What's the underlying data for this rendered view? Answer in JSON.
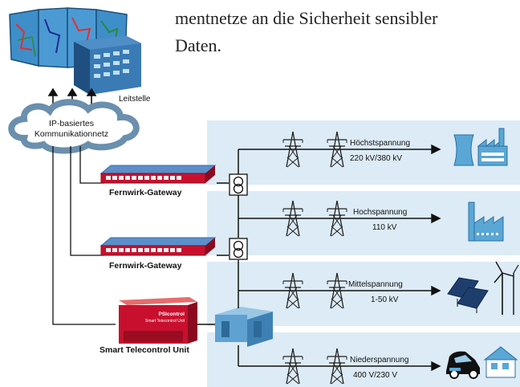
{
  "paragraph": {
    "line1": "mentnetze an die Sicherheit sensibler",
    "line2": "Daten."
  },
  "control_center": {
    "label": "Leitstelle"
  },
  "network": {
    "line1": "IP-basiertes",
    "line2": "Kommunikationnetz"
  },
  "gateways": [
    {
      "label": "Fernwirk-Gateway"
    },
    {
      "label": "Fernwirk-Gateway"
    }
  ],
  "stu": {
    "label": "Smart Telecontrol Unit",
    "brand": "PSIcontrol",
    "device_text": "Smart Telecontrol Unit"
  },
  "levels": [
    {
      "name": "Höchstspannung",
      "voltage": "220 kV/380 kV"
    },
    {
      "name": "Hochspannung",
      "voltage": "110 kV"
    },
    {
      "name": "Mittelspannung",
      "voltage": "1-50 kV"
    },
    {
      "name": "Niederspannung",
      "voltage": "400 V/230 V"
    }
  ],
  "colors": {
    "band": "#dcebf6",
    "gateway_red": "#c8102e",
    "gateway_top": "#5b8fc9",
    "cloud": "#6b8fae"
  }
}
